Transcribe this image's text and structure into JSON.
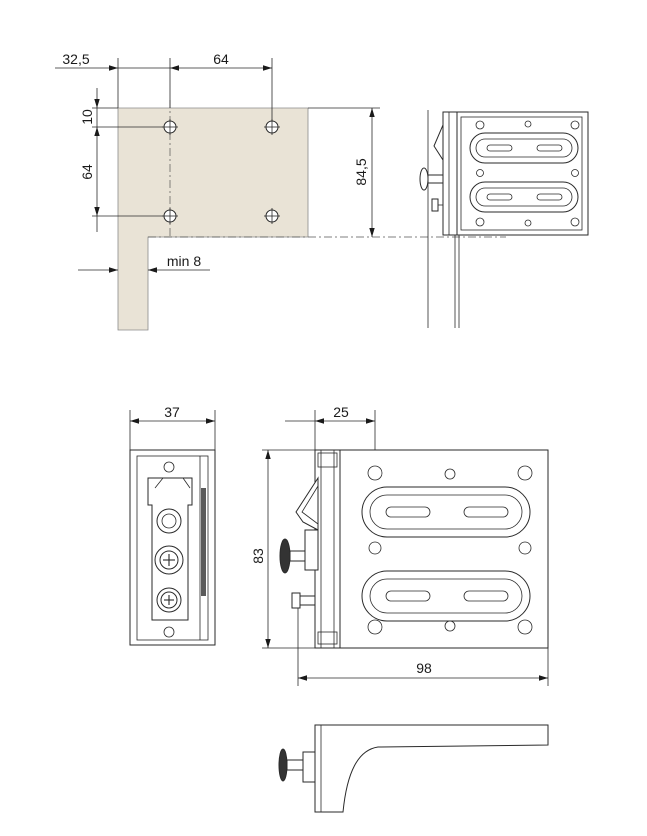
{
  "top_view": {
    "dim_offset": "32,5",
    "dim_hole_spacing_h": "64",
    "dim_top_margin": "10",
    "dim_hole_spacing_v": "64",
    "dim_height": "84,5",
    "dim_min_thickness": "min 8"
  },
  "front_view": {
    "dim_width": "37"
  },
  "side_view": {
    "dim_hole_offset": "25",
    "dim_height": "83",
    "dim_length": "98"
  },
  "colors": {
    "door_panel": "#e9e3d6",
    "lines": "#2a2a2a"
  }
}
